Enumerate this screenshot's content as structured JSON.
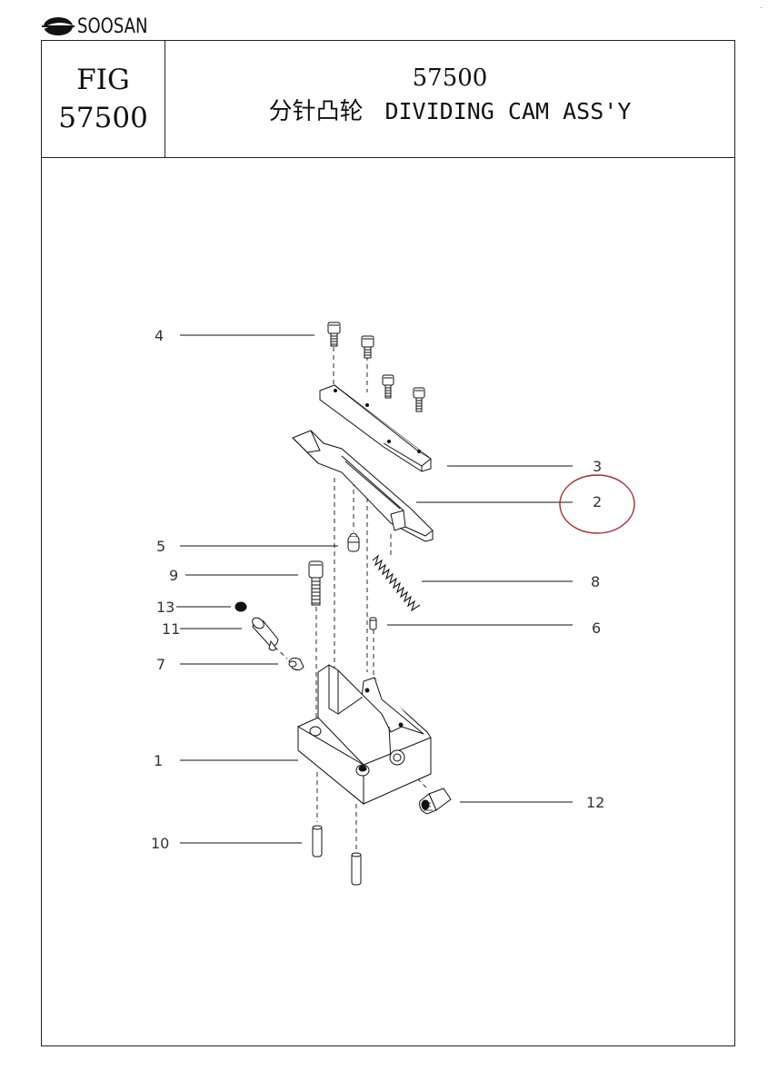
{
  "brand": {
    "name": "SOOSAN",
    "logo_icon": "soosan-swoosh-logo"
  },
  "header": {
    "fig_label": "FIG",
    "fig_number": "57500",
    "part_number": "57500",
    "title_cn": "分针凸轮",
    "title_en": "DIVIDING CAM ASS'Y"
  },
  "callouts": [
    {
      "id": "4"
    },
    {
      "id": "3"
    },
    {
      "id": "2",
      "highlighted": true,
      "highlight_color": "#a52a2a"
    },
    {
      "id": "5"
    },
    {
      "id": "9"
    },
    {
      "id": "8"
    },
    {
      "id": "13"
    },
    {
      "id": "11"
    },
    {
      "id": "6"
    },
    {
      "id": "7"
    },
    {
      "id": "1"
    },
    {
      "id": "12"
    },
    {
      "id": "10"
    }
  ]
}
